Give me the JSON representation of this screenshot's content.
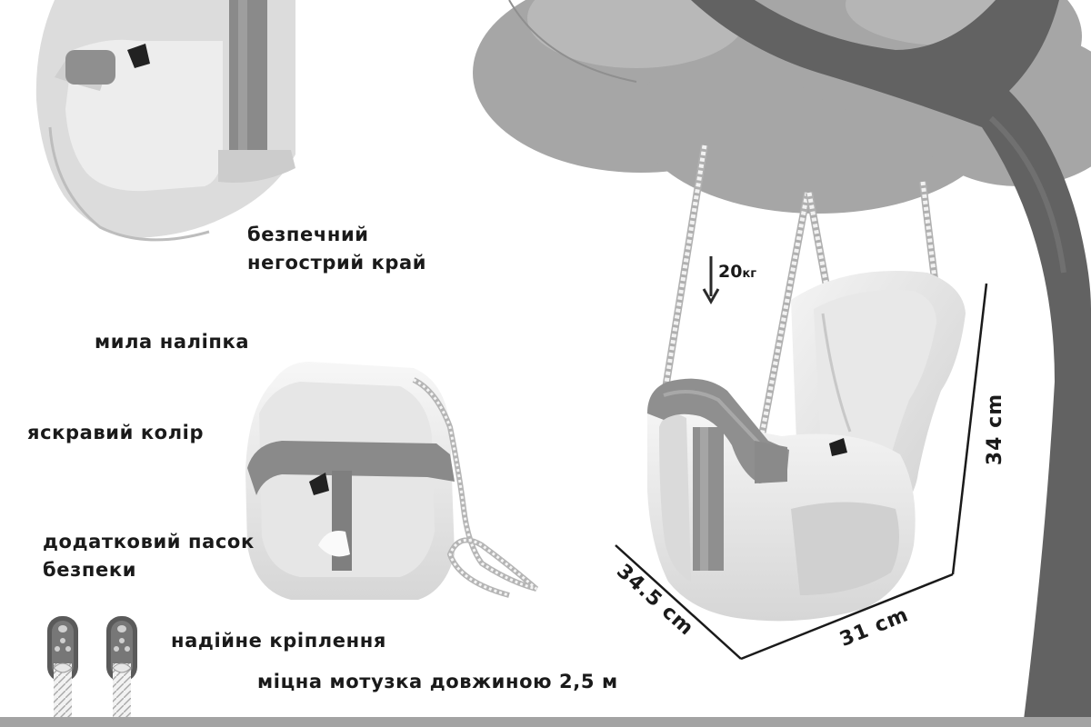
{
  "features": {
    "safe_edge": [
      "безпечний",
      "негострий край"
    ],
    "cute_sticker": "мила наліпка",
    "bright_color": "яскравий колір",
    "extra_belt": [
      "додатковий пасок",
      "безпеки"
    ],
    "reliable_mount": "надійне кріплення",
    "strong_rope": "міцна мотузка довжиною 2,5 м"
  },
  "dimensions": {
    "depth": "34.5 cm",
    "width": "31 cm",
    "height": "34 cm"
  },
  "max_load": {
    "value": "20",
    "unit": "кг"
  },
  "colors": {
    "tree_foliage": "#a6a6a6",
    "tree_trunk": "#626262",
    "seat_body": "#e3e3e3",
    "bar_and_post": "#8f8f8f",
    "rope": "#f0f0f0",
    "bottom_bar": "#a3a3a3"
  },
  "icons": [
    "down-arrow-icon",
    "rope-hook-icon"
  ]
}
